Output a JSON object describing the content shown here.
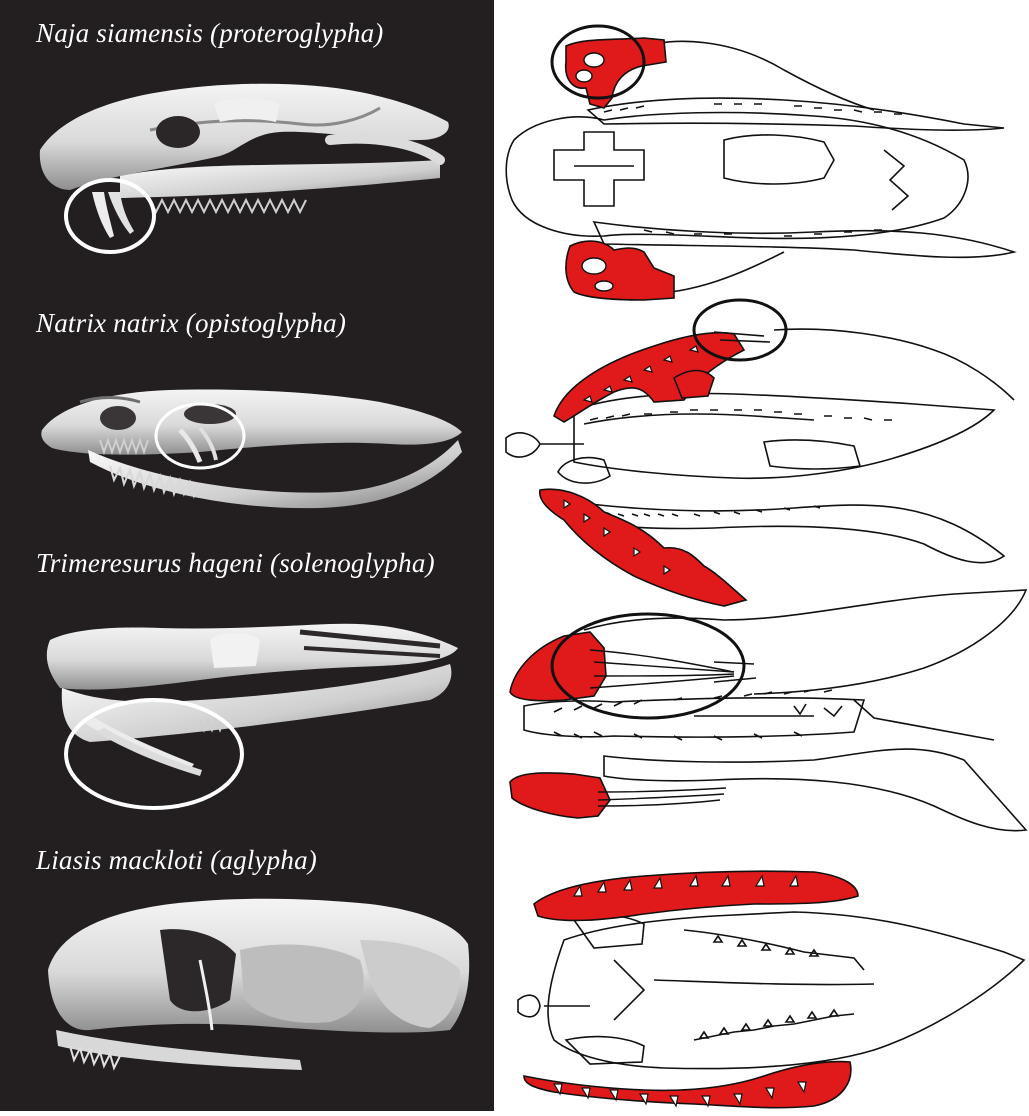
{
  "figure": {
    "colors": {
      "photo_background": "#231f20",
      "bone": "#e6e6e6",
      "bone_shadow": "#9c9c9c",
      "highlight_red": "#e01a1a",
      "line_art": "#111111",
      "circle_on_photo": "#ffffff",
      "circle_on_drawing": "#111111"
    },
    "rows": [
      {
        "label": "Naja siamensis (proteroglypha)",
        "photo_icon": "skull-lateral-photo",
        "drawing_icon": "skull-ventral-drawing",
        "fang_circled": true
      },
      {
        "label": "Natrix natrix (opistoglypha)",
        "photo_icon": "skull-lateral-photo",
        "drawing_icon": "skull-ventral-drawing",
        "fang_circled": true
      },
      {
        "label": "Trimeresurus hageni (solenoglypha)",
        "photo_icon": "skull-lateral-photo",
        "drawing_icon": "skull-ventral-drawing",
        "fang_circled": true
      },
      {
        "label": "Liasis mackloti (aglypha)",
        "photo_icon": "skull-lateral-photo",
        "drawing_icon": "skull-ventral-drawing",
        "fang_circled": false
      }
    ]
  }
}
